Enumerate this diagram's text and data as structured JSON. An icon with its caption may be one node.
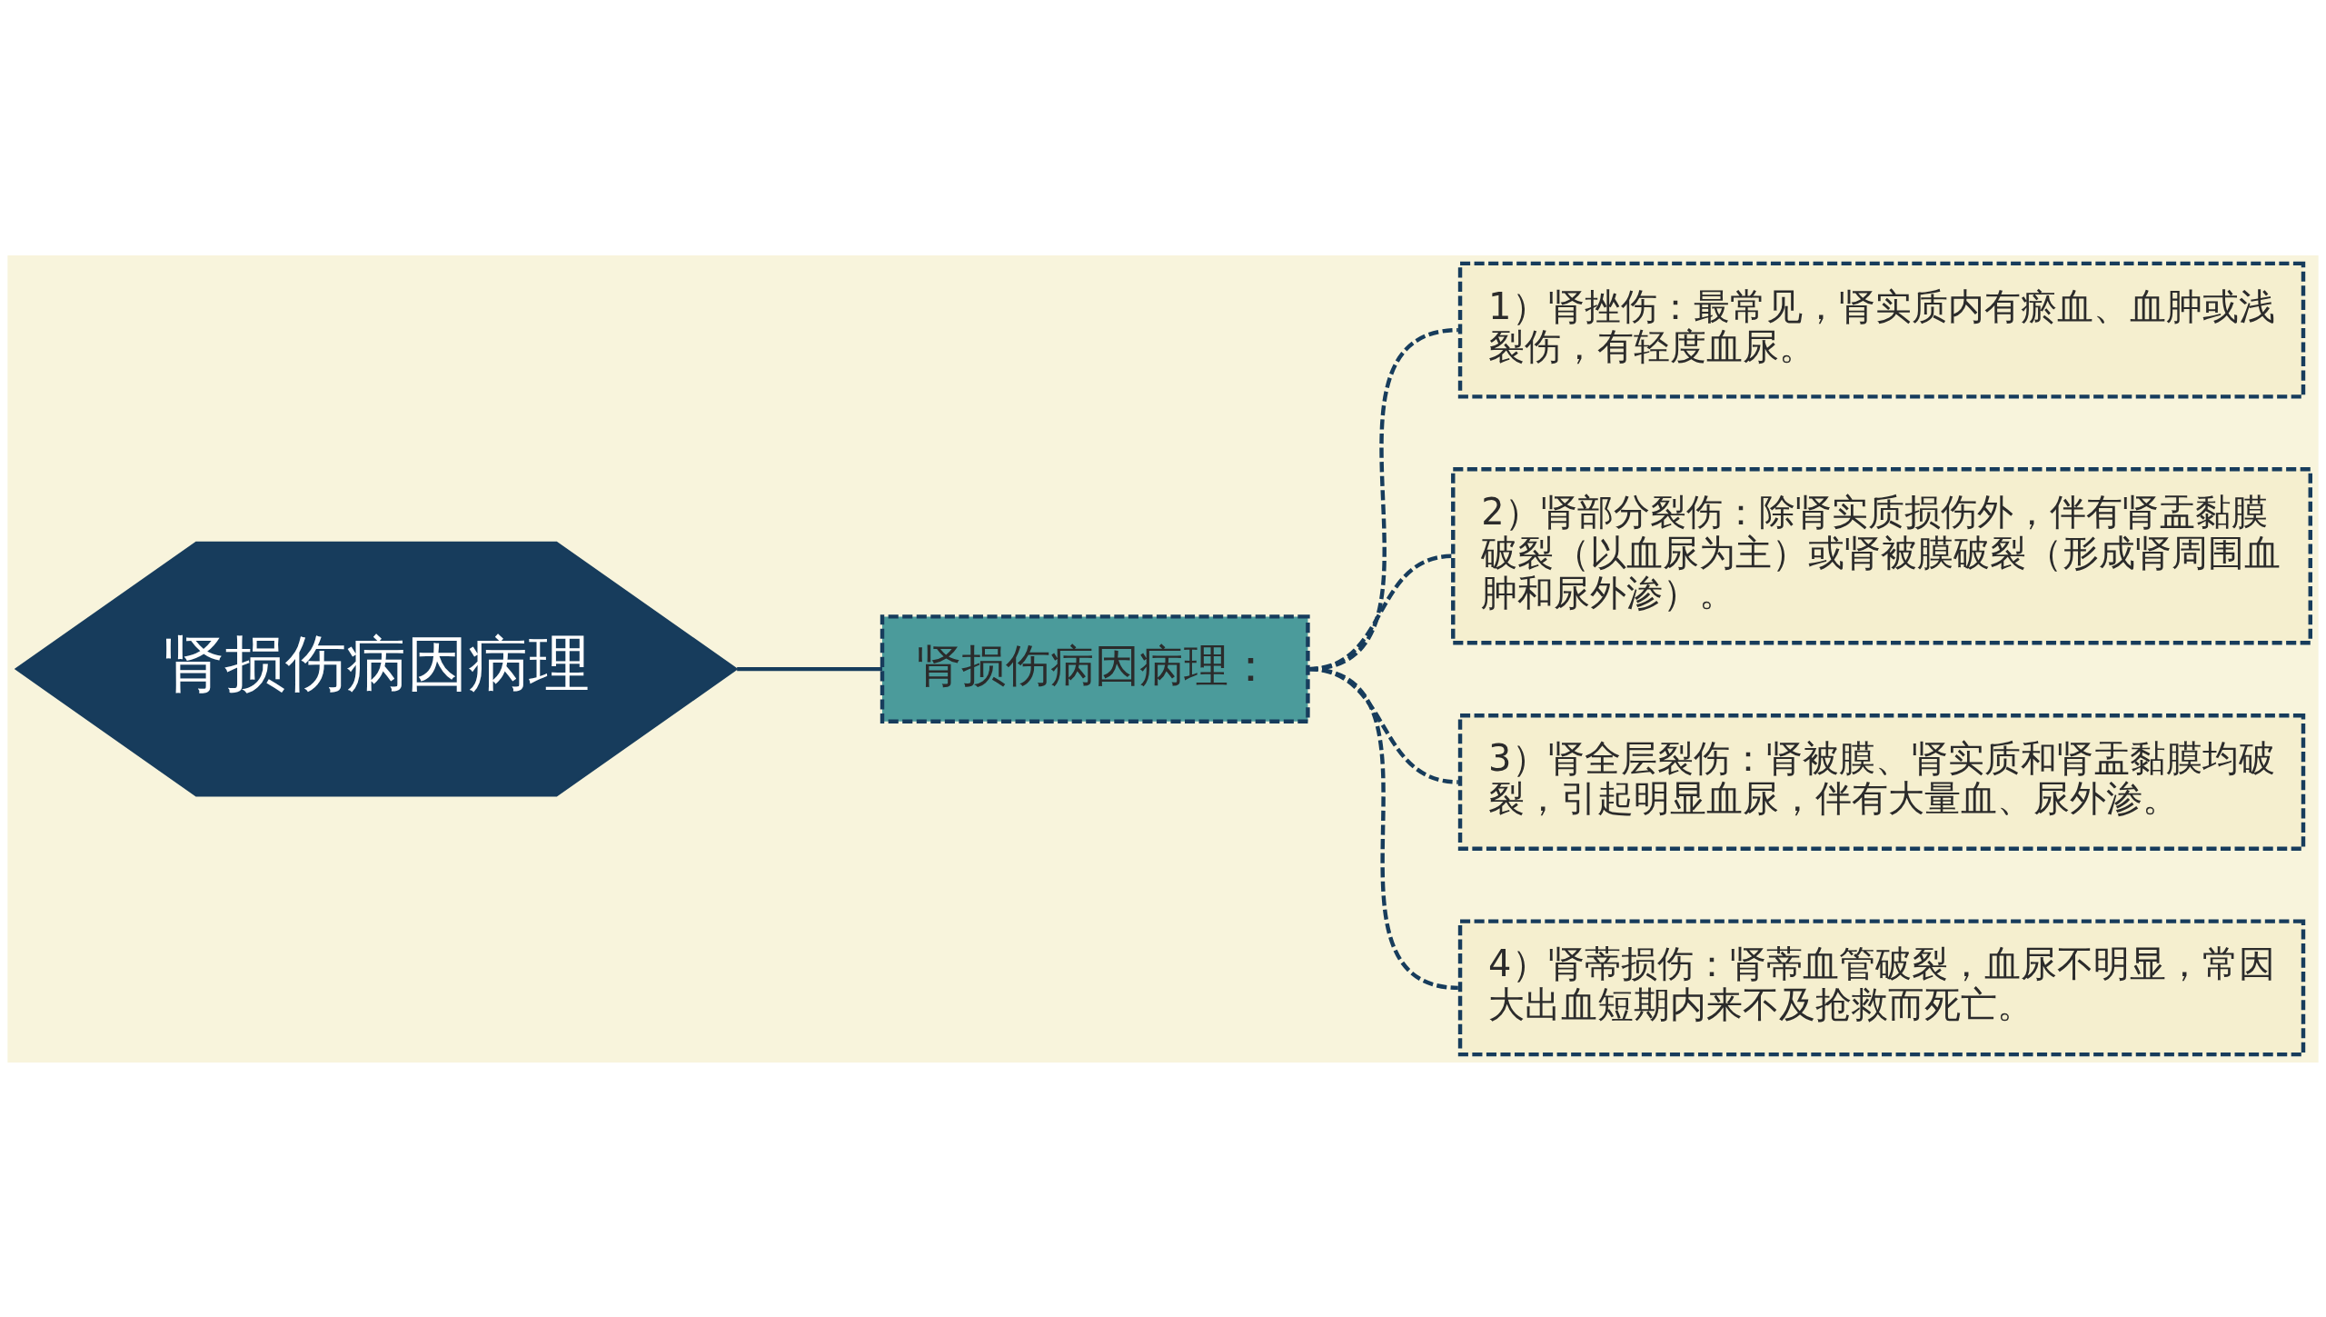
{
  "diagram": {
    "nodes": [
      {
        "text": [
          "肾损伤病因病理"
        ]
      },
      {
        "text": [
          "肾损伤病因病理："
        ]
      },
      {
        "text": [
          "1）肾挫伤：最常见，肾实质内有瘀血、血肿或浅裂伤，有轻度血尿。"
        ]
      },
      {
        "text": [
          "2）肾部分裂伤：除肾实质损伤外，伴有肾盂黏膜破裂（以血尿为主）或肾被膜破裂（形成肾周围血肿和尿外渗）。"
        ]
      },
      {
        "text": [
          "3）肾全层裂伤：肾被膜、肾实质和肾盂黏膜均破裂，引起明显血尿，伴有大量血、尿外渗。"
        ]
      },
      {
        "text": [
          "4）肾蒂损伤：肾蒂血管破裂，血尿不明显，常因大出血短期内来不及抢救而死亡。"
        ]
      }
    ],
    "edges": [
      {
        "from": 0,
        "to": 1,
        "arrow": "none"
      },
      {
        "from": 1,
        "to": 2,
        "arrow": "none",
        "style": "dashed"
      },
      {
        "from": 1,
        "to": 3,
        "arrow": "none",
        "style": "dashed"
      },
      {
        "from": 1,
        "to": 4,
        "arrow": "none",
        "style": "dashed"
      },
      {
        "from": 1,
        "to": 5,
        "arrow": "none",
        "style": "dashed"
      }
    ]
  }
}
